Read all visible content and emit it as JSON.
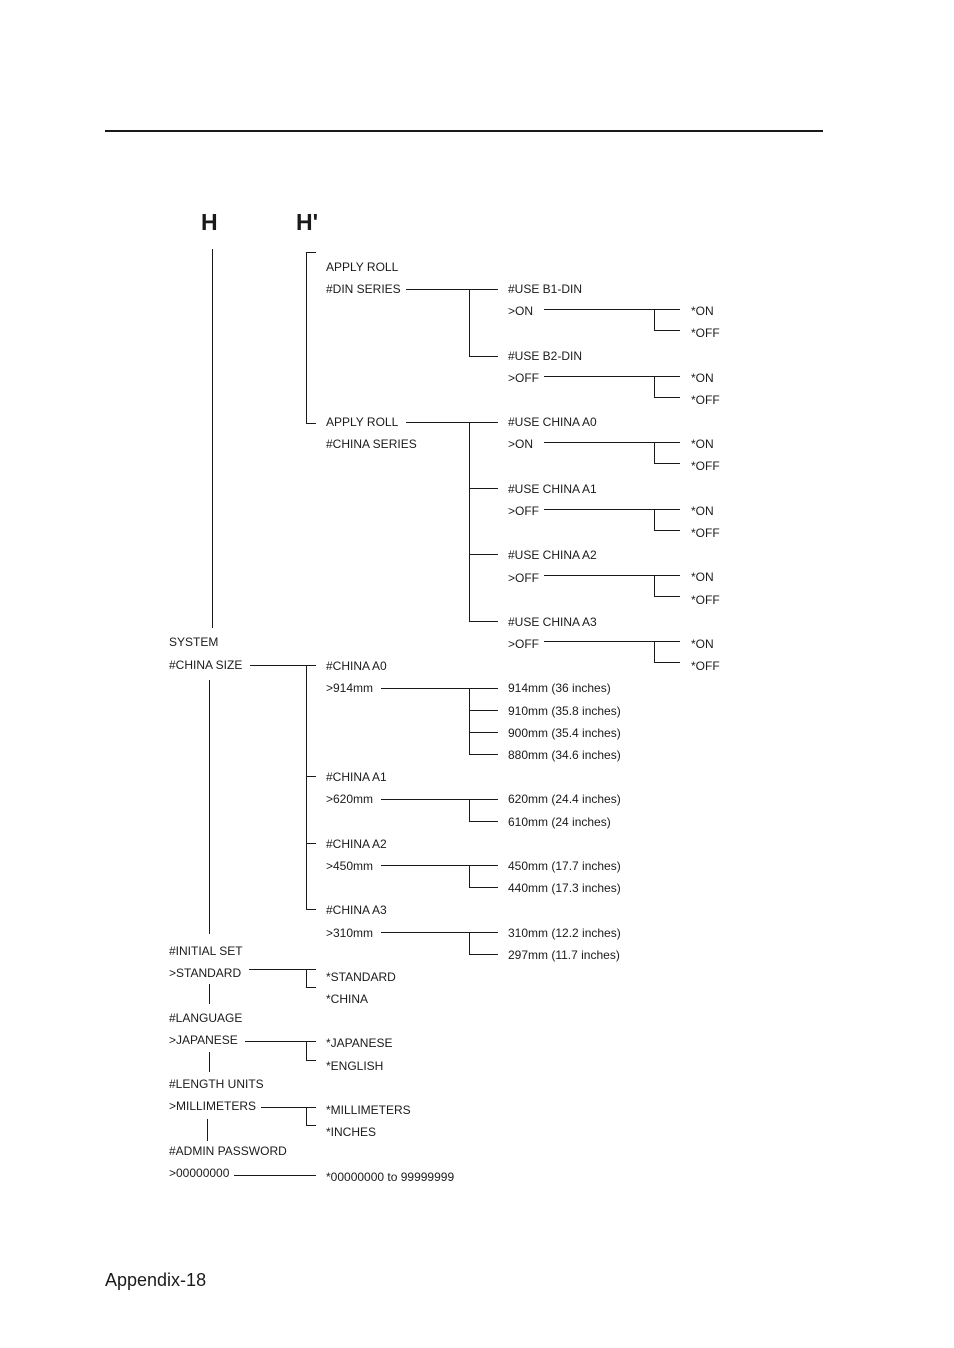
{
  "section_labels": {
    "left": "H",
    "right": "H'"
  },
  "tree": {
    "apply_roll_din_title": "APPLY ROLL",
    "din_series": "#DIN SERIES",
    "use_b1_din": "#USE B1-DIN",
    "b1_value": ">ON",
    "use_b2_din": "#USE B2-DIN",
    "b2_value": ">OFF",
    "apply_roll_china_title": "APPLY ROLL",
    "china_series": "#CHINA SERIES",
    "use_china_a0": "#USE CHINA A0",
    "a0_use_value": ">ON",
    "use_china_a1": "#USE CHINA A1",
    "a1_use_value": ">OFF",
    "use_china_a2": "#USE CHINA A2",
    "a2_use_value": ">OFF",
    "use_china_a3": "#USE CHINA A3",
    "a3_use_value": ">OFF",
    "opt_on": "*ON",
    "opt_off": "*OFF",
    "system": "SYSTEM",
    "china_size": "#CHINA SIZE",
    "china_a0": "#CHINA A0",
    "china_a0_value": ">914mm",
    "a0_options": [
      "914mm (36 inches)",
      "910mm (35.8 inches)",
      "900mm (35.4 inches)",
      "880mm (34.6 inches)"
    ],
    "china_a1": "#CHINA A1",
    "china_a1_value": ">620mm",
    "a1_options": [
      "620mm (24.4 inches)",
      "610mm (24 inches)"
    ],
    "china_a2": "#CHINA A2",
    "china_a2_value": ">450mm",
    "a2_options": [
      "450mm (17.7 inches)",
      "440mm (17.3 inches)"
    ],
    "china_a3": "#CHINA A3",
    "china_a3_value": ">310mm",
    "a3_options": [
      "310mm (12.2 inches)",
      "297mm (11.7 inches)"
    ],
    "initial_set": "#INITIAL SET",
    "initial_set_value": ">STANDARD",
    "initial_set_options": [
      "*STANDARD",
      "*CHINA"
    ],
    "language": "#LANGUAGE",
    "language_value": ">JAPANESE",
    "language_options": [
      "*JAPANESE",
      "*ENGLISH"
    ],
    "length_units": "#LENGTH UNITS",
    "length_units_value": ">MILLIMETERS",
    "length_units_options": [
      "*MILLIMETERS",
      "*INCHES"
    ],
    "admin_password": "#ADMIN PASSWORD",
    "admin_password_value": ">00000000",
    "admin_password_range": "*00000000 to 99999999"
  },
  "footer": {
    "page_label": "Appendix-18"
  }
}
